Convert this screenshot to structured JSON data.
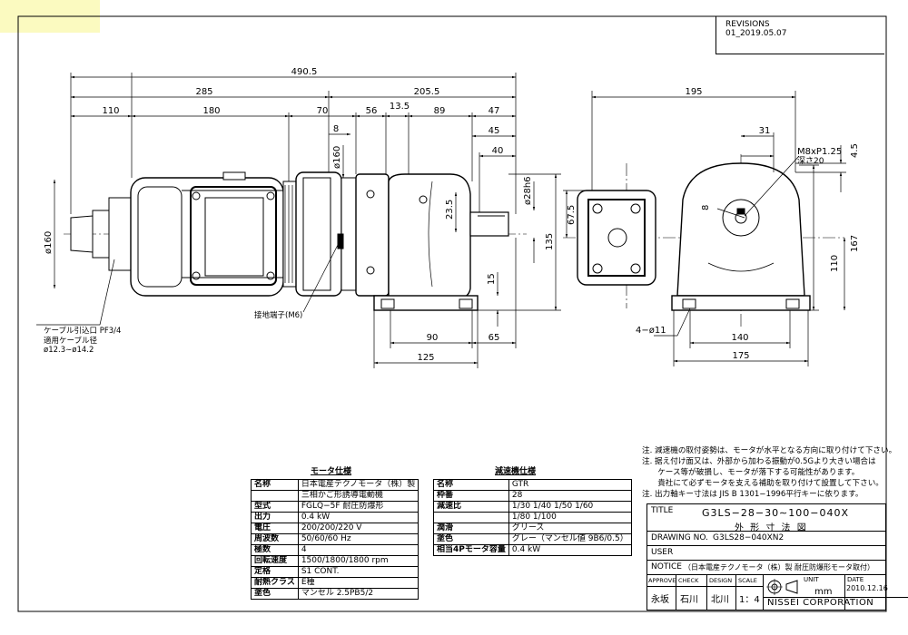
{
  "revisions": {
    "title": "REVISIONS",
    "entry": "01_2019.05.07"
  },
  "dimensions": {
    "overall_length": "490.5",
    "d285": "285",
    "d205_5": "205.5",
    "d110": "110",
    "d180": "180",
    "d70": "70",
    "d56": "56",
    "d13_5": "13.5",
    "d89": "89",
    "d47": "47",
    "d8": "8",
    "d45": "45",
    "d40": "40",
    "dia160_top": "ø160",
    "dia160_side": "ø160",
    "dia28h6": "ø28h6",
    "d23_5": "23.5",
    "d15": "15",
    "d135": "135",
    "d90": "90",
    "d65": "65",
    "d125": "125",
    "d195": "195",
    "d31": "31",
    "d8_key": "8",
    "d67_5": "67.5",
    "thread": "M8xP1.25",
    "depth": "深さ20",
    "d4_5": "4.5",
    "d167": "167",
    "d110_r": "110",
    "holes": "4−ø11",
    "d140": "140",
    "d175": "175"
  },
  "labels": {
    "cable_inlet": "ケーブル引込口 PF3/4",
    "cable_dia_title": "適用ケーブル径",
    "cable_dia": "ø12.3∼ø14.2",
    "ground": "接地端子(M6)"
  },
  "motor_spec": {
    "caption": "モータ仕様",
    "rows": [
      [
        "名称",
        "日本電産テクノモータ（株）製"
      ],
      [
        "",
        "三相かご形誘導電動機"
      ],
      [
        "型式",
        "FGLQ−5F 耐圧防爆形"
      ],
      [
        "出力",
        "0.4 kW"
      ],
      [
        "電圧",
        "200/200/220 V"
      ],
      [
        "周波数",
        "50/60/60 Hz"
      ],
      [
        "極数",
        "4"
      ],
      [
        "回転速度",
        "1500/1800/1800 rpm"
      ],
      [
        "定格",
        "S1 CONT."
      ],
      [
        "耐熱クラス",
        "E種"
      ],
      [
        "塗色",
        "マンセル 2.5PB5/2"
      ]
    ]
  },
  "reducer_spec": {
    "caption": "減速機仕様",
    "rows": [
      [
        "名称",
        "GTR"
      ],
      [
        "枠番",
        "28"
      ],
      [
        "減速比",
        "1/30 1/40 1/50 1/60"
      ],
      [
        "",
        "1/80 1/100"
      ],
      [
        "潤滑",
        "グリース"
      ],
      [
        "塗色",
        "グレー（マンセル値 9B6/0.5）"
      ],
      [
        "相当4Pモータ容量",
        "0.4 kW"
      ]
    ]
  },
  "notes": [
    "注. 減速機の取付姿勢は、モータが水平となる方向に取り付けて下さい。",
    "注. 据え付け面又は、外部から加わる振動が0.5Gより大きい場合は",
    "　　ケース等が破損し、モータが落下する可能性があります。",
    "　　貴社にて必ずモータを支える補助を取り付けて設置して下さい。",
    "注. 出力軸キー寸法は JIS B 1301−1996平行キーに依ります。"
  ],
  "title_block": {
    "title_label": "TITLE",
    "title_value": "G3LS−28−30∼100−040X",
    "title_sub": "外 形 寸 法 図",
    "drawing_label": "DRAWING NO.",
    "drawing_value": "G3LS28−040XN2",
    "user_label": "USER",
    "notice_label": "NOTICE",
    "notice_value": "（日本電産テクノモータ（株）製 耐圧防爆形モータ取付）",
    "approve_label": "APPROVE",
    "approve_value": "永坂",
    "check_label": "CHECK",
    "check_value": "石川",
    "design_label": "DESIGN",
    "design_value": "北川",
    "scale_label": "SCALE",
    "scale_value": "1：4",
    "unit_label": "UNIT",
    "unit_value": "mm",
    "date_label": "DATE",
    "date_value": "2010.12.16",
    "company": "NISSEI CORPORATION"
  }
}
